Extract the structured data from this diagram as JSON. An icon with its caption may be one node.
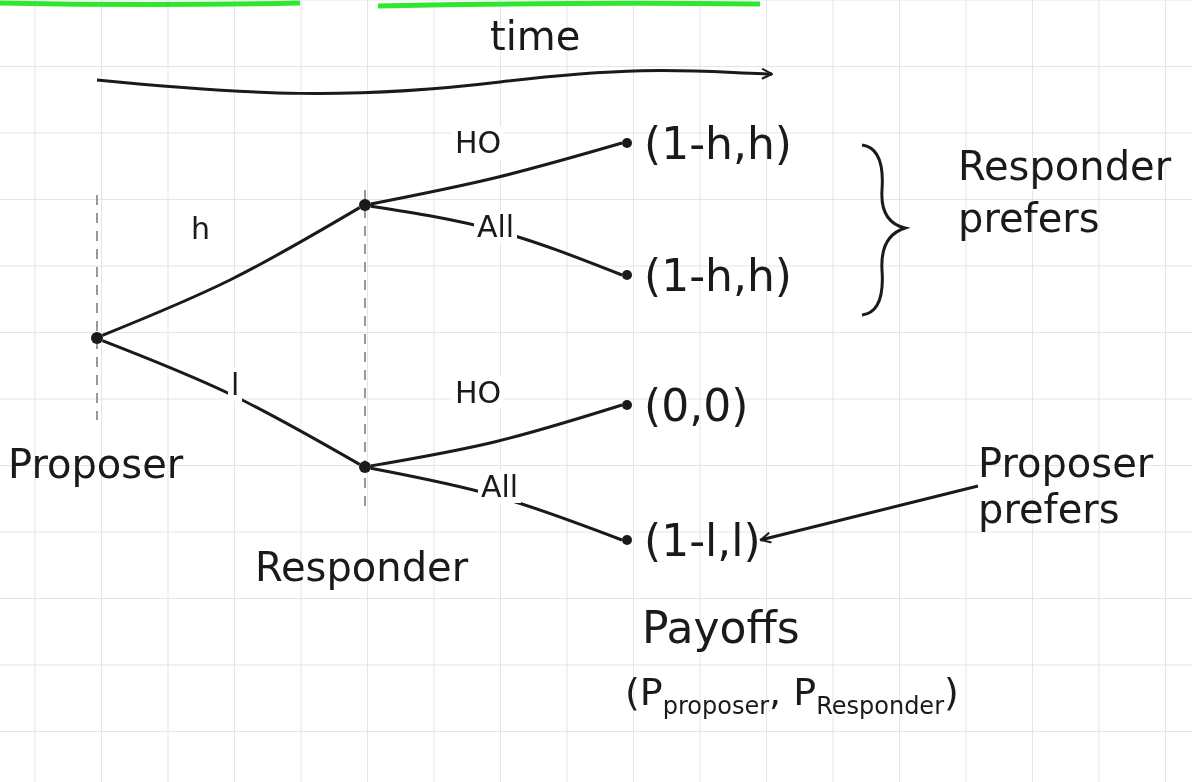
{
  "diagram": {
    "nodes": [
      {
        "text": [],
        "shape": "circle",
        "beside": [
          "Proposer"
        ]
      },
      {
        "text": [],
        "shape": "circle"
      },
      {
        "text": [],
        "shape": "circle",
        "beside": [
          "Responder"
        ]
      },
      {
        "text": [
          "(1-h,h)"
        ]
      },
      {
        "text": [
          "(1-h,h)"
        ]
      },
      {
        "text": [
          "(0,0)"
        ]
      },
      {
        "text": [
          "(1-l,l)"
        ]
      },
      {
        "text": [
          "Proposer prefers"
        ]
      }
    ],
    "edges": [
      {
        "from": 0,
        "to": 1,
        "arrow": "none",
        "label": "h"
      },
      {
        "from": 0,
        "to": 2,
        "arrow": "none",
        "label": "l"
      },
      {
        "from": 1,
        "to": 3,
        "arrow": "none",
        "label": "HO"
      },
      {
        "from": 1,
        "to": 4,
        "arrow": "none",
        "label": "All"
      },
      {
        "from": 2,
        "to": 5,
        "arrow": "none",
        "label": "HO"
      },
      {
        "from": 2,
        "to": 6,
        "arrow": "none",
        "label": "All"
      },
      {
        "from": 7,
        "to": 6,
        "arrow": "to"
      }
    ],
    "labels": [
      "time",
      "Responder prefers",
      "Payoffs",
      "(P$_{proposer}$, P$_{Responder}$)"
    ]
  }
}
